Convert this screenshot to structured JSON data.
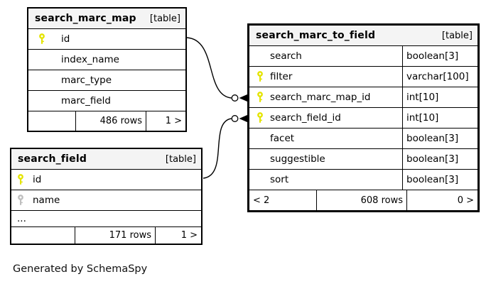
{
  "caption": "Generated by SchemaSpy",
  "colors": {
    "primary_key": "#e4e400",
    "index_key": "#bfbfbf",
    "header_bg": "#f4f4f4",
    "border": "#000000"
  },
  "tables": [
    {
      "name": "search_marc_map",
      "badge": "[table]",
      "columns": [
        {
          "name": "id",
          "key": "primary"
        },
        {
          "name": "index_name"
        },
        {
          "name": "marc_type"
        },
        {
          "name": "marc_field"
        }
      ],
      "footer": {
        "left": "",
        "rows": "486 rows",
        "right": "1 >"
      }
    },
    {
      "name": "search_field",
      "badge": "[table]",
      "columns": [
        {
          "name": "id",
          "key": "primary"
        },
        {
          "name": "name",
          "key": "index"
        },
        {
          "name": "..."
        }
      ],
      "footer": {
        "left": "",
        "rows": "171 rows",
        "right": "1 >"
      }
    },
    {
      "name": "search_marc_to_field",
      "badge": "[table]",
      "columns": [
        {
          "name": "search",
          "type": "boolean[3]"
        },
        {
          "name": "filter",
          "key": "primary",
          "type": "varchar[100]"
        },
        {
          "name": "search_marc_map_id",
          "key": "primary",
          "type": "int[10]"
        },
        {
          "name": "search_field_id",
          "key": "primary",
          "type": "int[10]"
        },
        {
          "name": "facet",
          "type": "boolean[3]"
        },
        {
          "name": "suggestible",
          "type": "boolean[3]"
        },
        {
          "name": "sort",
          "type": "boolean[3]"
        }
      ],
      "footer": {
        "left": "< 2",
        "rows": "608 rows",
        "right": "0 >"
      }
    }
  ],
  "relationships": [
    {
      "from": "search_marc_map.id",
      "to": "search_marc_to_field.search_marc_map_id"
    },
    {
      "from": "search_field.id",
      "to": "search_marc_to_field.search_field_id"
    }
  ]
}
